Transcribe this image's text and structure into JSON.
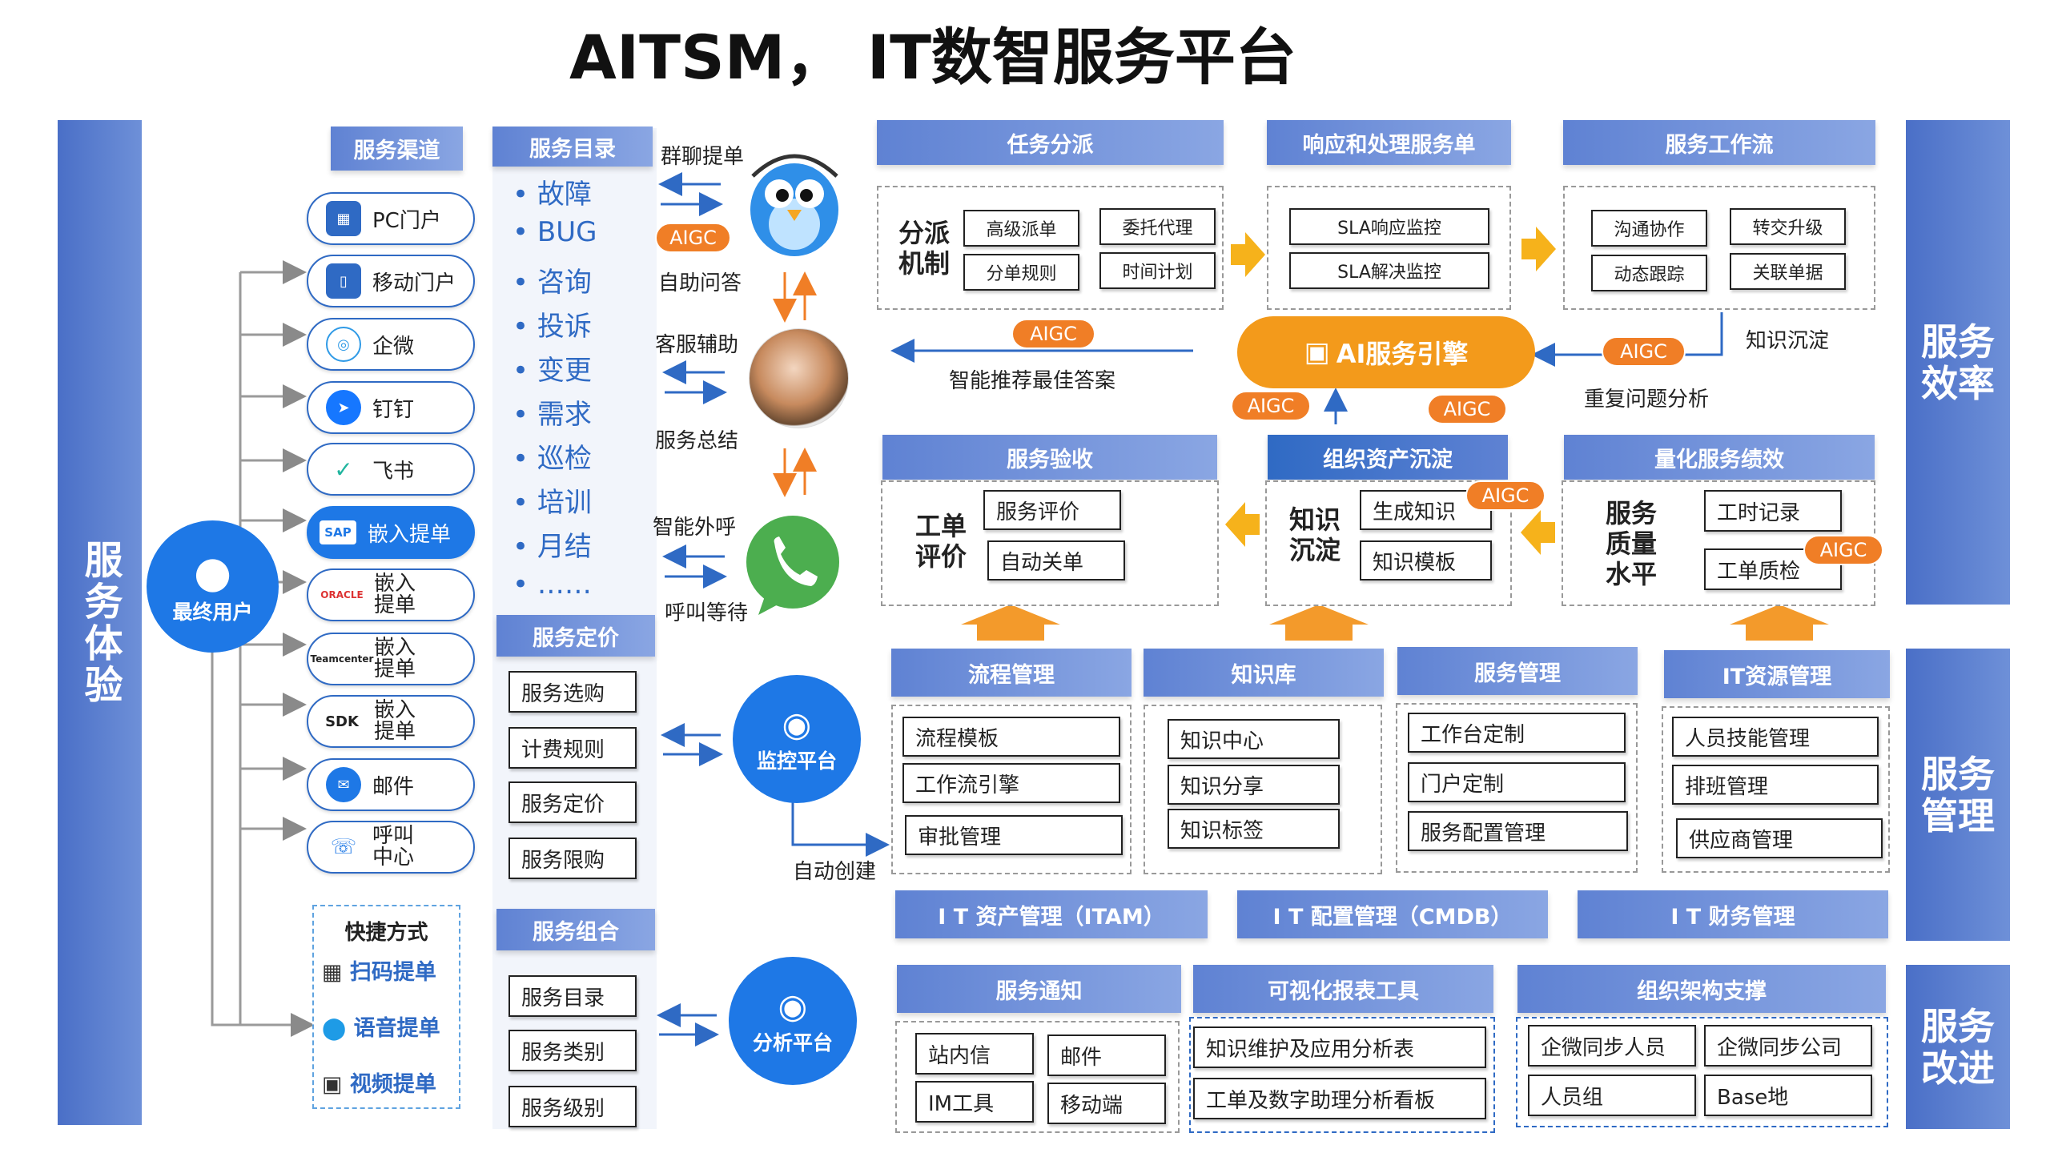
{
  "title": "AITSM， IT数智服务平台",
  "left_pillar": "服务体验",
  "right_pillars": [
    "服务效率",
    "服务管理",
    "服务改进"
  ],
  "channels": {
    "header": "服务渠道",
    "items": [
      "PC门户",
      "移动门户",
      "企微",
      "钉钉",
      "飞书",
      "嵌入提单",
      "嵌入提单",
      "嵌入提单",
      "嵌入提单",
      "邮件",
      "呼叫中心"
    ],
    "badges": [
      "SAP",
      "ORACLE",
      "Teamcenter",
      "SDK"
    ]
  },
  "end_user": "最终用户",
  "shortcuts": {
    "header": "快捷方式",
    "items": [
      "扫码提单",
      "语音提单",
      "视频提单"
    ]
  },
  "catalog": {
    "header": "服务目录",
    "items": [
      "故障",
      "BUG",
      "咨询",
      "投诉",
      "变更",
      "需求",
      "巡检",
      "培训",
      "月结",
      "……"
    ]
  },
  "pricing": {
    "header": "服务定价",
    "items": [
      "服务选购",
      "计费规则",
      "服务定价",
      "服务限购"
    ]
  },
  "combo": {
    "header": "服务组合",
    "items": [
      "服务目录",
      "服务类别",
      "服务级别"
    ]
  },
  "bots": {
    "chat_submit": "群聊提单",
    "self_qa": "自助问答",
    "agent_assist": "客服辅助",
    "summary": "服务总结",
    "outbound": "智能外呼",
    "call_wait": "呼叫等待",
    "aigc": "AIGC"
  },
  "monitor": "监控平台",
  "analysis": "分析平台",
  "auto_create": "自动创建",
  "dispatch": {
    "header": "任务分派",
    "label": "分派机制",
    "items": [
      "高级派单",
      "委托代理",
      "分单规则",
      "时间计划"
    ]
  },
  "response": {
    "header": "响应和处理服务单",
    "items": [
      "SLA响应监控",
      "SLA解决监控"
    ]
  },
  "workflow": {
    "header": "服务工作流",
    "items": [
      "沟通协作",
      "转交升级",
      "动态跟踪",
      "关联单据"
    ]
  },
  "ai_engine": "AI服务引擎",
  "engine_labels": {
    "recommend": "智能推荐最佳答案",
    "knowledge_settle": "知识沉淀",
    "repeat_analysis": "重复问题分析"
  },
  "acceptance": {
    "header": "服务验收",
    "label": "工单评价",
    "items": [
      "服务评价",
      "自动关单"
    ]
  },
  "org_assets": {
    "header": "组织资产沉淀",
    "label": "知识沉淀",
    "items": [
      "生成知识",
      "知识模板"
    ]
  },
  "performance": {
    "header": "量化服务绩效",
    "label": "服务质量水平",
    "items": [
      "工时记录",
      "工单质检"
    ]
  },
  "process_mgmt": {
    "header": "流程管理",
    "items": [
      "流程模板",
      "工作流引擎",
      "审批管理"
    ]
  },
  "kb": {
    "header": "知识库",
    "items": [
      "知识中心",
      "知识分享",
      "知识标签"
    ]
  },
  "svc_mgmt": {
    "header": "服务管理",
    "items": [
      "工作台定制",
      "门户定制",
      "服务配置管理"
    ]
  },
  "it_res": {
    "header": "IT资源管理",
    "items": [
      "人员技能管理",
      "排班管理",
      "供应商管理"
    ]
  },
  "bars": [
    "I T 资产管理（ITAM）",
    "I T 配置管理（CMDB）",
    "I T 财务管理"
  ],
  "notify": {
    "header": "服务通知",
    "items": [
      "站内信",
      "邮件",
      "IM工具",
      "移动端"
    ]
  },
  "reports": {
    "header": "可视化报表工具",
    "items": [
      "知识维护及应用分析表",
      "工单及数字助理分析看板"
    ]
  },
  "org_support": {
    "header": "组织架构支撑",
    "items": [
      "企微同步人员",
      "企微同步公司",
      "人员组",
      "Base地"
    ]
  },
  "colors": {
    "brand": "#1e78e6",
    "header": "#6e90d8",
    "aigc": "#f07e26",
    "arrow": "#f39a2b"
  }
}
